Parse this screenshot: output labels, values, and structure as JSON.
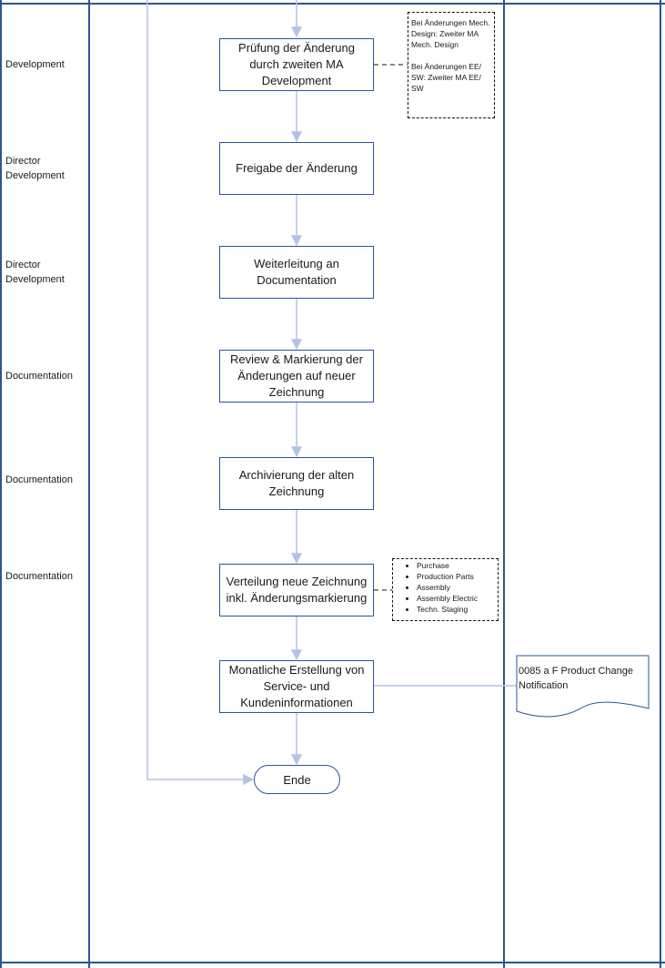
{
  "roles": [
    "Development",
    "Director Development",
    "Director Development",
    "Documentation",
    "Documentation",
    "Documentation"
  ],
  "steps": [
    "Prüfung der Änderung durch zweiten MA Development",
    "Freigabe der Änderung",
    "Weiterleitung an Documentation",
    "Review & Markierung der Änderungen auf neuer Zeichnung",
    "Archivierung der alten Zeichnung",
    "Verteilung neue Zeichnung inkl. Änderungsmarkierung",
    "Monatliche Erstellung von Service- und Kundeninformationen"
  ],
  "note1": {
    "para1": "Bei Änderungen Mech. Design: Zweiter MA Mech. Design",
    "para2": "Bei Änderungen EE/ SW: Zweiter MA EE/ SW"
  },
  "note2": {
    "items": [
      "Purchase",
      "Production Parts",
      "Assembly",
      "Assembly Electric",
      "Techn. Staging"
    ]
  },
  "document": {
    "label": "0085 a F Product Change Notification"
  },
  "end_label": "Ende",
  "colors": {
    "lane": "#2b5597",
    "connector": "#b4c2e6",
    "box_border": "#2b5597"
  }
}
